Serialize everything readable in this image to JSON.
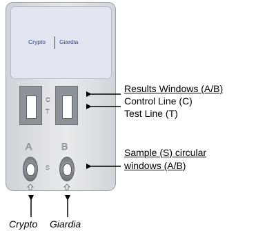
{
  "device": {
    "panel_left": "Crypto",
    "panel_right": "Giardia",
    "control_mark": "C",
    "test_mark": "T",
    "window_a": "A",
    "window_b": "B",
    "sample_mark": "S"
  },
  "callouts": {
    "results_windows": "Results Windows (A/B)",
    "control_line": "Control Line (C)",
    "test_line": "Test Line (T)",
    "sample_windows_line1": "Sample (S) circular",
    "sample_windows_line2": "windows (A/B)"
  },
  "bottom_labels": {
    "left": "Crypto",
    "right": "Giardia"
  }
}
